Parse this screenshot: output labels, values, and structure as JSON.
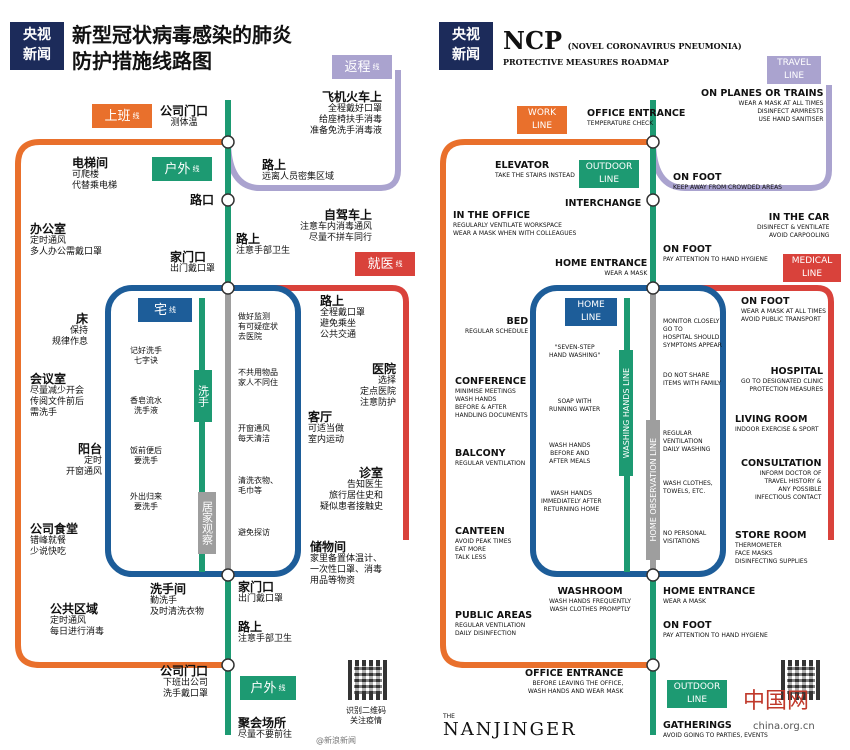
{
  "cn": {
    "logo": [
      "央视",
      "新闻"
    ],
    "title": [
      "新型冠状病毒感染的肺炎",
      "防护措施线路图"
    ],
    "lines": {
      "work": {
        "label": "上班",
        "suffix": "线"
      },
      "outdoor": {
        "label": "户外",
        "suffix": "线"
      },
      "travel": {
        "label": "返程",
        "suffix": "线"
      },
      "medical": {
        "label": "就医",
        "suffix": "线"
      },
      "home": {
        "label": "宅",
        "suffix": "线"
      },
      "wash": {
        "label": "洗手",
        "suffix": "线"
      },
      "observe": {
        "label": "居家观察",
        "suffix": "线"
      },
      "outdoor2": {
        "label": "户外",
        "suffix": "线"
      }
    },
    "stations": {
      "office_gate": {
        "name": "公司门口",
        "desc": "测体温"
      },
      "plane": {
        "name": "飞机火车上",
        "desc": "全程戴好口罩\n给座椅扶手消毒\n准备免洗手消毒液"
      },
      "elevator": {
        "name": "电梯间",
        "desc": "可爬楼\n代替乘电梯"
      },
      "road1": {
        "name": "路上",
        "desc": "远离人员密集区域"
      },
      "junction": {
        "name": "路口"
      },
      "car": {
        "name": "自驾车上",
        "desc": "注意车内消毒通风\n尽量不拼车同行"
      },
      "office": {
        "name": "办公室",
        "desc": "定时通风\n多人办公需戴口罩"
      },
      "home_gate": {
        "name": "家门口",
        "desc": "出门戴口罩"
      },
      "road2": {
        "name": "路上",
        "desc": "注意手部卫生"
      },
      "road3": {
        "name": "路上",
        "desc": "全程戴口罩\n避免乘坐\n公共交通"
      },
      "bed": {
        "name": "床",
        "desc": "保持\n规律作息"
      },
      "hospital": {
        "name": "医院",
        "desc": "选择\n定点医院\n注意防护"
      },
      "meeting": {
        "name": "会议室",
        "desc": "尽量减少开会\n传阅文件前后\n需洗手"
      },
      "living": {
        "name": "客厅",
        "desc": "可适当做\n室内运动"
      },
      "balcony": {
        "name": "阳台",
        "desc": "定时\n开窗通风"
      },
      "clinic": {
        "name": "诊室",
        "desc": "告知医生\n旅行居住史和\n疑似患者接触史"
      },
      "canteen": {
        "name": "公司食堂",
        "desc": "错峰就餐\n少说快吃"
      },
      "storage": {
        "name": "储物间",
        "desc": "家里备置体温计、\n一次性口罩、消毒\n用品等物资"
      },
      "washroom": {
        "name": "洗手间",
        "desc": "勤洗手\n及时清洗衣物"
      },
      "home_gate2": {
        "name": "家门口",
        "desc": "出门戴口罩"
      },
      "public": {
        "name": "公共区域",
        "desc": "定时通风\n每日进行消毒"
      },
      "road4": {
        "name": "路上",
        "desc": "注意手部卫生"
      },
      "office_gate2": {
        "name": "公司门口",
        "desc": "下班出公司\n洗手戴口罩"
      },
      "gathering": {
        "name": "聚会场所",
        "desc": "尽量不要前往"
      }
    },
    "wash_items": [
      "记好洗手\n七字诀",
      "香皂流水\n洗手液",
      "饭前便后\n要洗手",
      "外出归来\n要洗手"
    ],
    "observe_items": [
      "做好监测\n有可疑症状\n去医院",
      "不共用物品\n家人不同住",
      "开窗通风\n每天清洁",
      "清洗衣物、\n毛巾等",
      "避免探访"
    ],
    "qr_caption": "识别二维码\n关注疫情",
    "watermark": "@新浪新闻"
  },
  "en": {
    "logo": [
      "央视",
      "新闻"
    ],
    "title_main": "NCP",
    "title_paren": "(NOVEL CORONAVIRUS PNEUMONIA)",
    "title_sub": "PROTECTIVE MEASURES ROADMAP",
    "lines": {
      "work": "WORK\nLINE",
      "outdoor": "OUTDOOR\nLINE",
      "travel": "TRAVEL\nLINE",
      "medical": "MEDICAL\nLINE",
      "home": "HOME\nLINE",
      "wash": "WASHING HANDS LINE",
      "observe": "HOME OBSERVATION LINE",
      "outdoor2": "OUTDOOR\nLINE"
    },
    "stations": {
      "office_entrance": {
        "name": "OFFICE ENTRANCE",
        "desc": "TEMPERATURE CHECK"
      },
      "planes": {
        "name": "ON PLANES OR TRAINS",
        "desc": "WEAR A MASK AT ALL TIMES\nDISINFECT ARMRESTS\nUSE HAND SANITISER"
      },
      "elevator": {
        "name": "ELEVATOR",
        "desc": "TAKE THE STAIRS INSTEAD"
      },
      "on_foot1": {
        "name": "ON FOOT",
        "desc": "KEEP AWAY FROM CROWDED AREAS"
      },
      "interchange": {
        "name": "INTERCHANGE"
      },
      "in_car": {
        "name": "IN THE CAR",
        "desc": "DISINFECT & VENTILATE\nAVOID CARPOOLING"
      },
      "in_office": {
        "name": "IN THE OFFICE",
        "desc": "REGULARLY VENTILATE WORKSPACE\nWEAR A MASK WHEN WITH COLLEAGUES"
      },
      "on_foot2": {
        "name": "ON FOOT",
        "desc": "PAY ATTENTION TO HAND HYGIENE"
      },
      "home_entrance": {
        "name": "HOME ENTRANCE",
        "desc": "WEAR A MASK"
      },
      "on_foot3": {
        "name": "ON FOOT",
        "desc": "WEAR A MASK AT ALL TIMES\nAVOID PUBLIC TRANSPORT"
      },
      "bed": {
        "name": "BED",
        "desc": "REGULAR SCHEDULE"
      },
      "hospital": {
        "name": "HOSPITAL",
        "desc": "GO TO DESIGNATED CLINIC\nPROTECTION MEASURES"
      },
      "conference": {
        "name": "CONFERENCE",
        "desc": "MINIMISE MEETINGS\nWASH HANDS\nBEFORE & AFTER\nHANDLING DOCUMENTS"
      },
      "living": {
        "name": "LIVING ROOM",
        "desc": "INDOOR EXERCISE & SPORT"
      },
      "balcony": {
        "name": "BALCONY",
        "desc": "REGULAR VENTILATION"
      },
      "consultation": {
        "name": "CONSULTATION",
        "desc": "INFORM DOCTOR OF\nTRAVEL HISTORY &\nANY POSSIBLE\nINFECTIOUS CONTACT"
      },
      "canteen": {
        "name": "CANTEEN",
        "desc": "AVOID PEAK TIMES\nEAT MORE\nTALK LESS"
      },
      "store": {
        "name": "STORE ROOM",
        "desc": "THERMOMETER\nFACE MASKS\nDISINFECTING SUPPLIES"
      },
      "washroom": {
        "name": "WASHROOM",
        "desc": "WASH HANDS FREQUENTLY\nWASH CLOTHES PROMPTLY"
      },
      "home_entrance2": {
        "name": "HOME ENTRANCE",
        "desc": "WEAR A MASK"
      },
      "public": {
        "name": "PUBLIC AREAS",
        "desc": "REGULAR VENTILATION\nDAILY DISINFECTION"
      },
      "on_foot4": {
        "name": "ON FOOT",
        "desc": "PAY ATTENTION TO HAND HYGIENE"
      },
      "office_entrance2": {
        "name": "OFFICE ENTRANCE",
        "desc": "BEFORE LEAVING THE OFFICE,\nWASH HANDS AND WEAR MASK"
      },
      "gatherings": {
        "name": "GATHERINGS",
        "desc": "AVOID GOING TO PARTIES, EVENTS"
      }
    },
    "wash_items": [
      "\"SEVEN-STEP\nHAND WASHING\"",
      "SOAP WITH\nRUNNING WATER",
      "WASH HANDS\nBEFORE AND\nAFTER MEALS",
      "WASH HANDS\nIMMEDIATELY AFTER\nRETURNING HOME"
    ],
    "observe_items": [
      "MONITOR CLOSELY\nGO TO\nHOSPITAL SHOULD\nSYMPTOMS APPEAR",
      "DO NOT SHARE\nITEMS WITH FAMILY",
      "REGULAR\nVENTILATION\nDAILY WASHING",
      "WASH CLOTHES,\nTOWELS, ETC.",
      "NO PERSONAL\nVISITATIONS"
    ],
    "brand": "NANJINGER",
    "brand_small": "THE",
    "watermark": "china.org.cn",
    "watermark_cn": "中国网"
  },
  "colors": {
    "work": "#e9702c",
    "outdoor": "#1d9a72",
    "travel": "#aaa3cf",
    "medical": "#d9423b",
    "home": "#1d5d99",
    "observe": "#9e9e9e",
    "logo": "#1c2b5a"
  }
}
